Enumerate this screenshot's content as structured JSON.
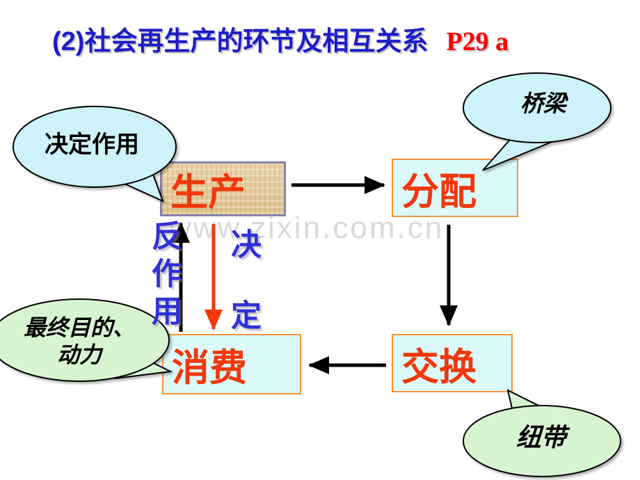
{
  "title": {
    "main": "(2)社会再生产的环节及相互关系",
    "page_ref": "P29  a"
  },
  "watermark": "www.zixin.com.cn",
  "diagram": {
    "nodes": {
      "production": "生产",
      "distribution": "分配",
      "exchange": "交换",
      "consumption": "消费"
    },
    "bubbles": {
      "production_note": "决定作用",
      "distribution_note": "桥梁",
      "consumption_note_line1": "最终目的、",
      "consumption_note_line2": "动力",
      "exchange_note": "纽带"
    },
    "edge_labels": {
      "reaction": "反作用",
      "determine": "决定"
    },
    "arrows": [
      {
        "from": "production",
        "to": "distribution",
        "color": "black"
      },
      {
        "from": "distribution",
        "to": "exchange",
        "color": "black"
      },
      {
        "from": "exchange",
        "to": "consumption",
        "color": "black"
      },
      {
        "from": "consumption",
        "to": "production",
        "color": "black",
        "label": "反作用"
      },
      {
        "from": "production",
        "to": "consumption",
        "color": "red",
        "label": "决定"
      }
    ]
  },
  "colors": {
    "title_blue": "#1c1cc8",
    "title_red": "#ff0000",
    "node_text_red": "#f0380b",
    "node_fill_cyan": "#dbf8fa",
    "node_border_orange": "#f79239",
    "production_fill_tan": "#e3c897",
    "production_border": "#8383ad",
    "bubble_blue": "#cdf2f9",
    "bubble_green": "#d7f4d1",
    "edge_label_blue": "#3030d8",
    "red_arrow": "#f0380b",
    "watermark_gray": "#d9d9d9"
  }
}
